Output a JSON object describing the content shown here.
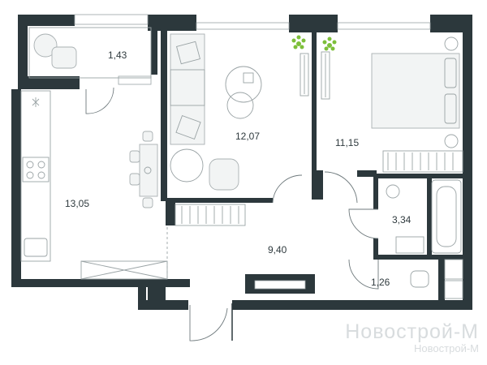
{
  "rooms": {
    "balcony": {
      "area": "1,43"
    },
    "kitchen": {
      "area": "13,05"
    },
    "living": {
      "area": "12,07"
    },
    "bedroom": {
      "area": "11,15"
    },
    "hall": {
      "area": "9,40"
    },
    "bathroom": {
      "area": "3,34"
    },
    "wc": {
      "area": "1,26"
    }
  },
  "watermark": {
    "main": "Новострой-М",
    "sub": "Новострой-М"
  },
  "colors": {
    "wall": "#2c383c",
    "plant": "#7dbf3a",
    "furniture": "#9aa3a5"
  }
}
